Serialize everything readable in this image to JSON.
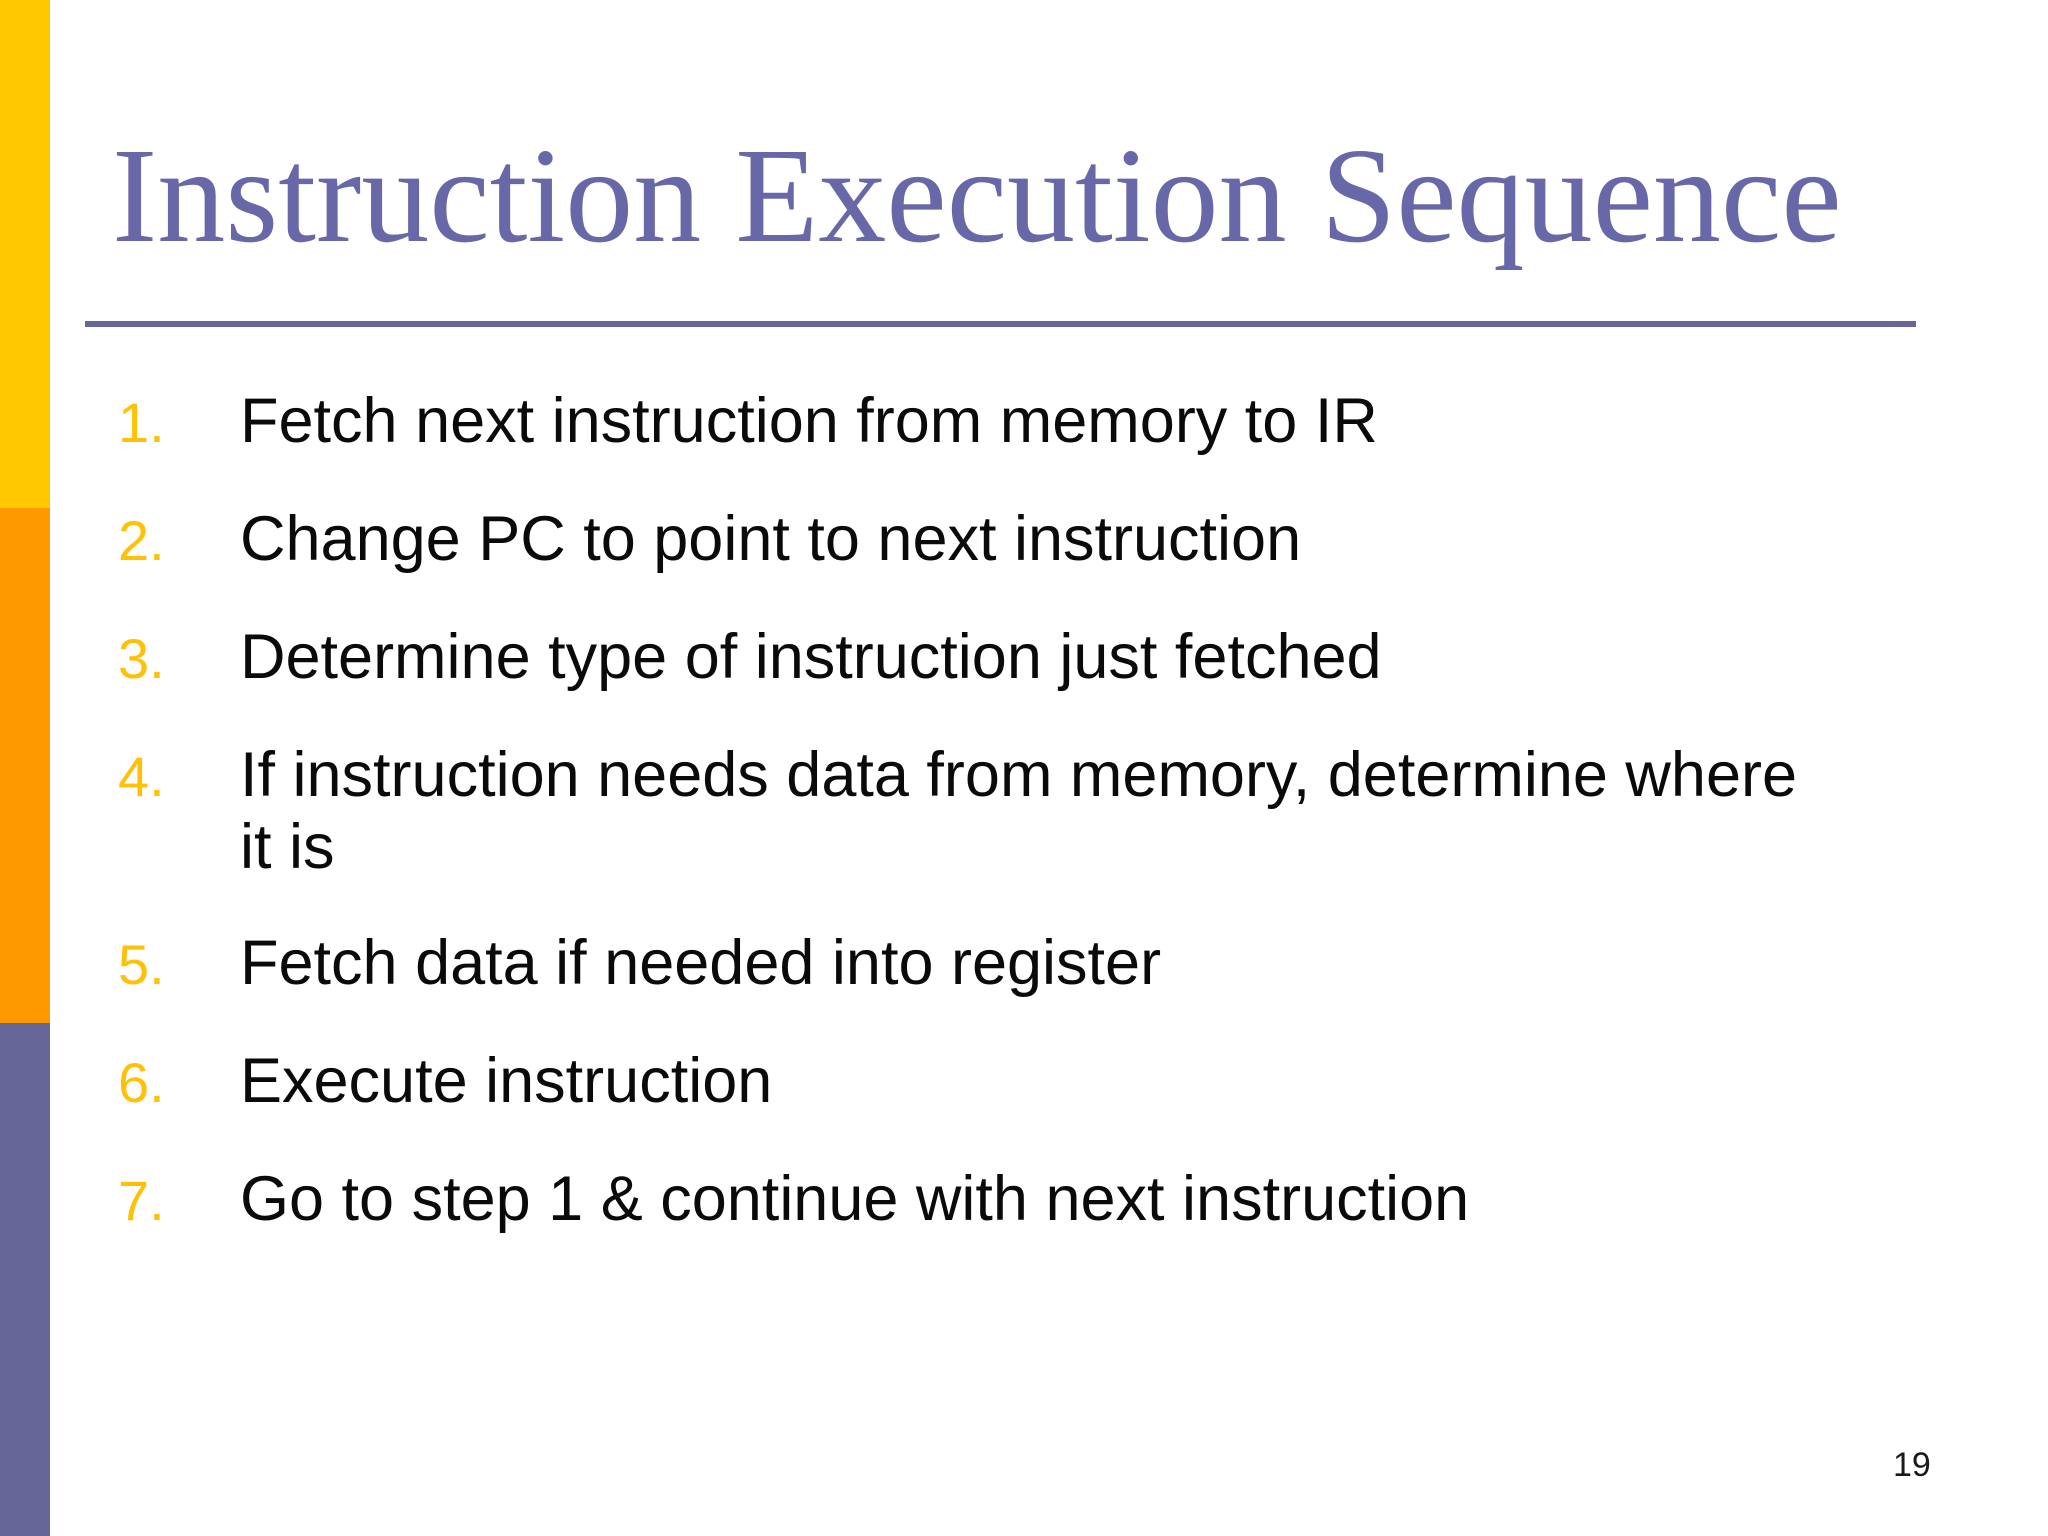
{
  "slide": {
    "title": "Instruction Execution Sequence",
    "page_number": "19"
  },
  "list": {
    "items": [
      {
        "num": "1.",
        "lines": [
          "Fetch next instruction from memory to IR"
        ]
      },
      {
        "num": "2.",
        "lines": [
          "Change PC to point to next instruction"
        ]
      },
      {
        "num": "3.",
        "lines": [
          "Determine type of instruction just fetched"
        ]
      },
      {
        "num": "4.",
        "lines": [
          "If instruction needs data from memory, determine where",
          "it is"
        ]
      },
      {
        "num": "5.",
        "lines": [
          "Fetch data if needed into register"
        ]
      },
      {
        "num": "6.",
        "lines": [
          "Execute instruction"
        ]
      },
      {
        "num": "7.",
        "lines": [
          "Go to step 1 & continue with next instruction"
        ]
      }
    ]
  },
  "colors": {
    "sidebar_top": "#FFC800",
    "sidebar_middle": "#FF9900",
    "sidebar_bottom": "#666699",
    "title_text": "#6868A8",
    "title_rule": "#666699",
    "list_number": "#FFC107",
    "body_text": "#0a0a0a"
  }
}
